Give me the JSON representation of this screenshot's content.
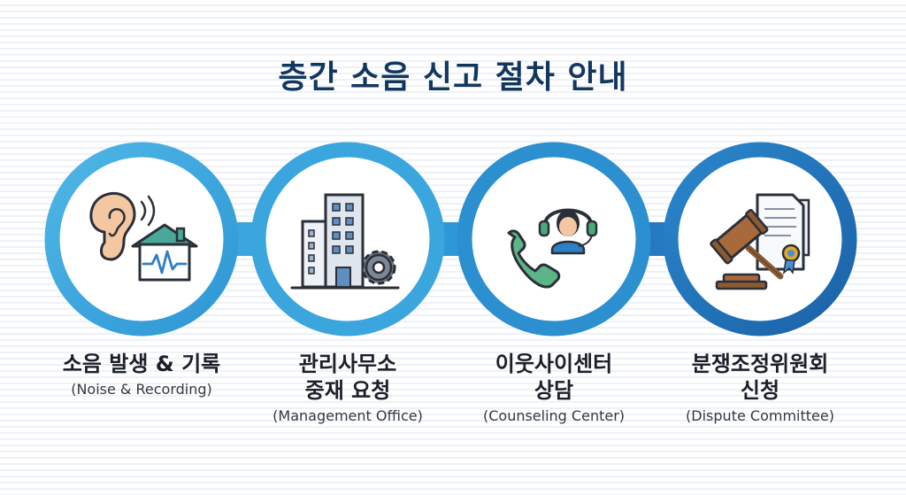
{
  "title": "층간 소음 신고 절차 안내",
  "colors": {
    "title": "#12375f",
    "ring_light": "#3aa6dd",
    "ring_mid": "#2b8fd0",
    "ring_dark": "#1e6fb5",
    "arrow_light": "#3aa6dd",
    "arrow_dark": "#2479c1"
  },
  "steps": [
    {
      "name_lines": [
        "소음 발생 & 기록"
      ],
      "sub": "(Noise & Recording)",
      "icon": "ear-house-heartbeat-icon"
    },
    {
      "name_lines": [
        "관리사무소",
        "중재 요청"
      ],
      "sub": "(Management Office)",
      "icon": "building-gear-icon"
    },
    {
      "name_lines": [
        "이웃사이센터",
        "상담"
      ],
      "sub": "(Counseling Center)",
      "icon": "phone-headset-agent-icon"
    },
    {
      "name_lines": [
        "분쟁조정위원회",
        "신청"
      ],
      "sub": "(Dispute Committee)",
      "icon": "gavel-document-icon"
    }
  ]
}
